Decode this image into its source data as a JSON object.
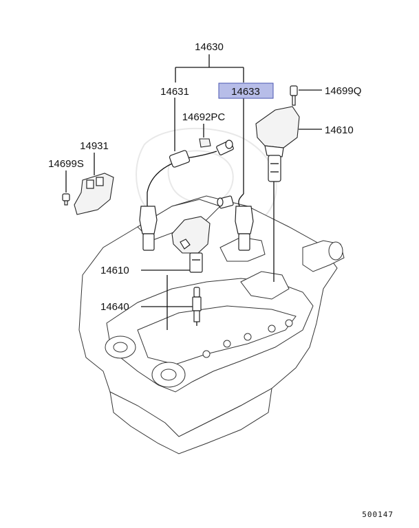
{
  "diagram": {
    "labels": {
      "group_ignition": "14630",
      "cable_left": "14631",
      "cable_right": "14633",
      "bolt_top": "14699Q",
      "clamp": "14692PC",
      "coil_top": "14610",
      "bracket": "14931",
      "bolt_left": "14699S",
      "coil_mid": "14610",
      "spark_plug": "14640"
    },
    "highlight_color": "#b7bde8",
    "highlight_border": "#4a55b0",
    "document_number": "500147"
  }
}
